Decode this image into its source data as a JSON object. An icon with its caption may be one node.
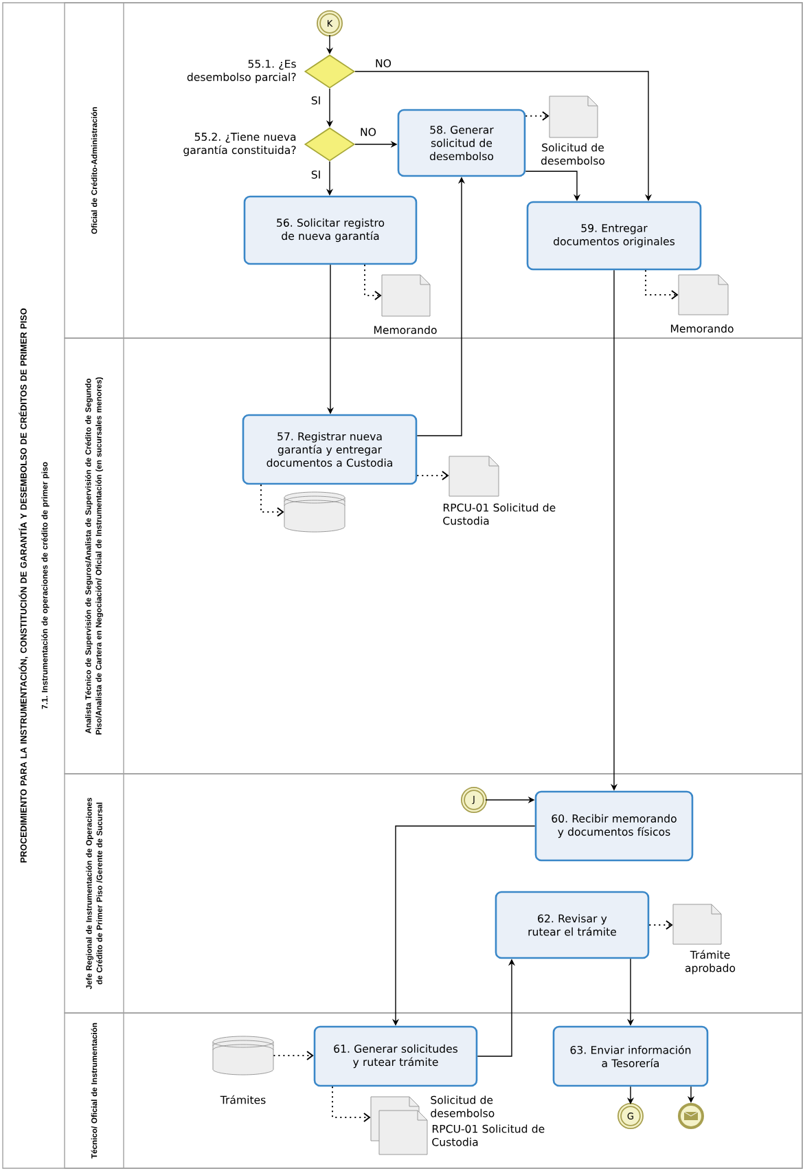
{
  "diagram": {
    "title": "PROCEDIMIENTO PARA LA INSTRUMENTACIÓN, CONSTITUCIÓN DE GARANTÍA Y DESEMBOLSO DE CRÉDITOS DE PRIMER PISO",
    "nodes": [
      {
        "text": [
          "7.1. Instrumentación de operaciones de crédito de primer piso"
        ]
      },
      {
        "text": [
          "Oficial de Crédito-Administración"
        ],
        "in": 0
      },
      {
        "text": [
          "Analista Técnico de Supervisión de Seguros/Analista de Supervisión de Crédito de Segundo Piso/Analista de Cartera en Negociación/ Oficial de Instrumentación (en sucursales menores)"
        ],
        "in": 0
      },
      {
        "text": [
          "Jefe Regional de Instrumentación de Operaciones de Crédito de Primer Piso /Gerente de Sucursal"
        ],
        "in": 0
      },
      {
        "text": [
          "Técnico/ Oficial de Instrumentación"
        ],
        "in": 0
      },
      {
        "text": [
          "K"
        ],
        "in": 1
      },
      {
        "text": [
          "55.1. ¿Es desembolso parcial?"
        ],
        "in": 1
      },
      {
        "text": [
          "55.2. ¿Tiene nueva garantía constituida?"
        ],
        "in": 1
      },
      {
        "text": [
          "58. Generar solicitud de desembolso"
        ],
        "in": 1
      },
      {
        "text": [
          "Solicitud de desembolso"
        ],
        "in": 1
      },
      {
        "text": [
          "56. Solicitar registro de nueva garantía"
        ],
        "in": 1
      },
      {
        "text": [
          "59. Entregar documentos originales"
        ],
        "in": 1
      },
      {
        "text": [
          "Memorando"
        ],
        "in": 1
      },
      {
        "text": [
          "Memorando"
        ],
        "in": 1
      },
      {
        "text": [
          "57. Registrar nueva garantía y entregar documentos a Custodia"
        ],
        "in": 2
      },
      {
        "text": [
          "RPCU-01 Solicitud de Custodia"
        ],
        "in": 2
      },
      {
        "text": [],
        "shape": "cylinder",
        "in": 2
      },
      {
        "text": [
          "J"
        ],
        "in": 3
      },
      {
        "text": [
          "60. Recibir memorando y documentos físicos"
        ],
        "in": 3
      },
      {
        "text": [
          "62. Revisar y rutear el trámite"
        ],
        "in": 3
      },
      {
        "text": [
          "Trámite aprobado"
        ],
        "in": 3
      },
      {
        "text": [
          "Trámites"
        ],
        "in": 4
      },
      {
        "text": [
          "61. Generar solicitudes y rutear trámite"
        ],
        "in": 4
      },
      {
        "text": [
          "Solicitud de desembolso",
          "RPCU-01 Solicitud de Custodia"
        ],
        "in": 4
      },
      {
        "text": [
          "63. Enviar información a Tesorería"
        ],
        "in": 4
      },
      {
        "text": [
          "G"
        ],
        "in": 4
      },
      {
        "text": [],
        "shape": "circle",
        "in": 4
      }
    ],
    "edges": [
      {
        "from": 5,
        "to": 6,
        "arrow": "to"
      },
      {
        "from": 6,
        "to": 7,
        "arrow": "to",
        "label": "SI"
      },
      {
        "from": 6,
        "to": 11,
        "arrow": "to",
        "label": "NO"
      },
      {
        "from": 7,
        "to": 8,
        "arrow": "to",
        "label": "NO"
      },
      {
        "from": 7,
        "to": 10,
        "arrow": "to",
        "label": "SI"
      },
      {
        "from": 8,
        "to": 9,
        "arrow": "to",
        "style": "dashed"
      },
      {
        "from": 8,
        "to": 11,
        "arrow": "to"
      },
      {
        "from": 10,
        "to": 12,
        "arrow": "to",
        "style": "dashed"
      },
      {
        "from": 10,
        "to": 14,
        "arrow": "to"
      },
      {
        "from": 14,
        "to": 8,
        "arrow": "to"
      },
      {
        "from": 14,
        "to": 15,
        "arrow": "to",
        "style": "dashed"
      },
      {
        "from": 14,
        "to": 16,
        "arrow": "to",
        "style": "dashed"
      },
      {
        "from": 11,
        "to": 13,
        "arrow": "to",
        "style": "dashed"
      },
      {
        "from": 11,
        "to": 18,
        "arrow": "to"
      },
      {
        "from": 17,
        "to": 18,
        "arrow": "to"
      },
      {
        "from": 18,
        "to": 22,
        "arrow": "to"
      },
      {
        "from": 22,
        "to": 19,
        "arrow": "to"
      },
      {
        "from": 21,
        "to": 22,
        "arrow": "to",
        "style": "dashed"
      },
      {
        "from": 22,
        "to": 23,
        "arrow": "to",
        "style": "dashed"
      },
      {
        "from": 19,
        "to": 20,
        "arrow": "to",
        "style": "dashed"
      },
      {
        "from": 19,
        "to": 24,
        "arrow": "to"
      },
      {
        "from": 24,
        "to": 25,
        "arrow": "to"
      },
      {
        "from": 24,
        "to": 26,
        "arrow": "to"
      }
    ]
  }
}
